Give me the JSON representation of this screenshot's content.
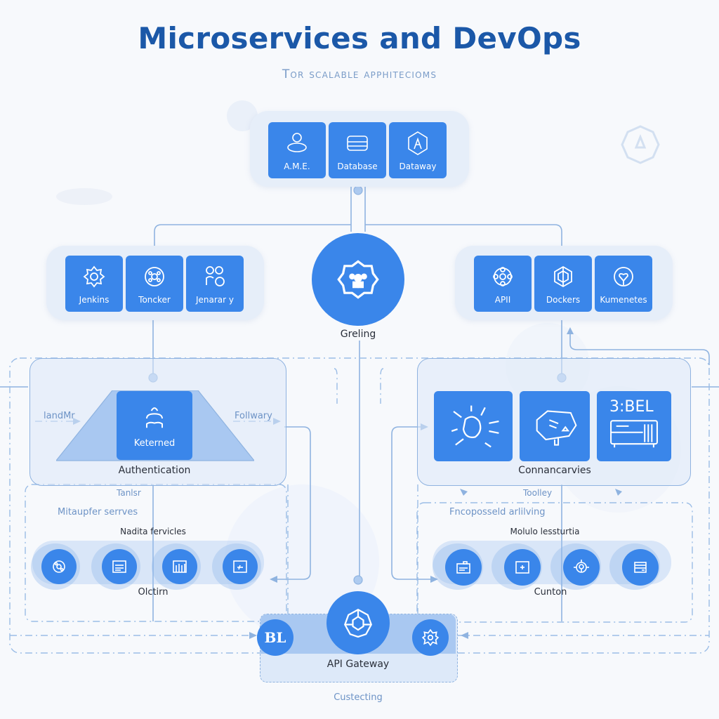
{
  "header": {
    "title": "Microservices and DevOps",
    "subtitle": "Tor scalable apphitecioms"
  },
  "top_cluster": {
    "tiles": [
      {
        "label": "A.M.E.",
        "icon": "user-orbit-icon"
      },
      {
        "label": "Database",
        "icon": "database-icon"
      },
      {
        "label": "Dataway",
        "icon": "hexagon-compass-icon"
      }
    ]
  },
  "left_cluster": {
    "tiles": [
      {
        "label": "Jenkins",
        "icon": "gear-icon"
      },
      {
        "label": "Toncker",
        "icon": "network-wheel-icon"
      },
      {
        "label": "Jenarar y",
        "icon": "users-gear-icon"
      }
    ]
  },
  "right_cluster": {
    "tiles": [
      {
        "label": "APII",
        "icon": "flower-gear-icon"
      },
      {
        "label": "Dockers",
        "icon": "web-polygon-icon"
      },
      {
        "label": "Kumenetes",
        "icon": "heart-gear-icon"
      }
    ]
  },
  "center_hub": {
    "label": "Greling",
    "icon": "cog-network-icon"
  },
  "auth_group": {
    "title": "Authentication",
    "tile_label": "Keterned",
    "tile_icon": "user-stack-icon",
    "in_label": "landMr",
    "out_label": "Follwary",
    "below_label": "Tanlsr"
  },
  "conn_group": {
    "title": "Connancarvies",
    "tiles": [
      {
        "label": "",
        "icon": "burst-sketch-icon"
      },
      {
        "label": "",
        "icon": "server-box-icon"
      },
      {
        "label": "3:BEL",
        "icon": "rack-icon"
      }
    ],
    "below_label": "Toolley"
  },
  "left_services": {
    "region_label": "Mitaupfer serrves",
    "title": "Nadita fervicles",
    "footer": "Olctirn",
    "icons": [
      "gear-cluster-icon",
      "document-icon",
      "chart-bars-icon",
      "edit-board-icon"
    ]
  },
  "right_services": {
    "region_label": "Fncoposseld arlilving",
    "title": "Molulo lessturtia",
    "footer": "Cunton",
    "icons": [
      "folder-card-icon",
      "plus-board-icon",
      "node-gear-icon",
      "stack-card-icon"
    ]
  },
  "gateway": {
    "title": "API Gateway",
    "left_badge": "BL",
    "center_icon": "globe-network-icon",
    "right_icon": "star-gear-icon",
    "footer": "Custecting"
  },
  "colors": {
    "primary": "#3a86ea",
    "title": "#1b58a8",
    "line": "#8fb3e0",
    "panel": "#e6eef9"
  }
}
